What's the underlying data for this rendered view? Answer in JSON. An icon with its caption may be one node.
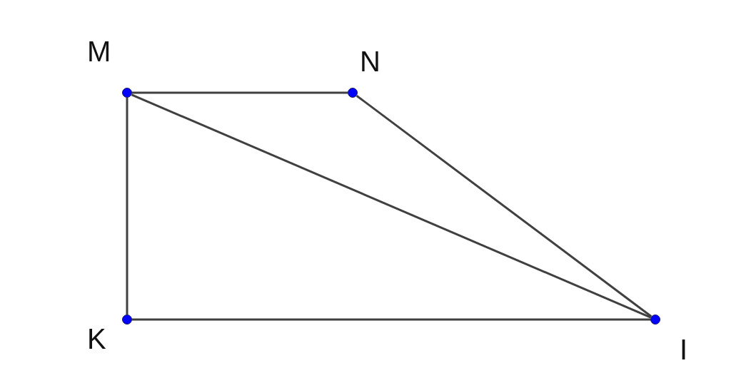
{
  "diagram": {
    "nodes": [
      {
        "text": [],
        "shape": "circle",
        "beside": [
          "M"
        ]
      },
      {
        "text": [],
        "shape": "circle",
        "beside": [
          "N"
        ]
      },
      {
        "text": [],
        "shape": "circle",
        "beside": [
          "K"
        ]
      },
      {
        "text": [],
        "shape": "circle",
        "beside": [
          "I"
        ]
      }
    ],
    "edges": [
      {
        "from": 0,
        "to": 1,
        "arrow": "none"
      },
      {
        "from": 1,
        "to": 3,
        "arrow": "none"
      },
      {
        "from": 0,
        "to": 3,
        "arrow": "none"
      },
      {
        "from": 0,
        "to": 2,
        "arrow": "none"
      },
      {
        "from": 2,
        "to": 3,
        "arrow": "none"
      }
    ]
  }
}
